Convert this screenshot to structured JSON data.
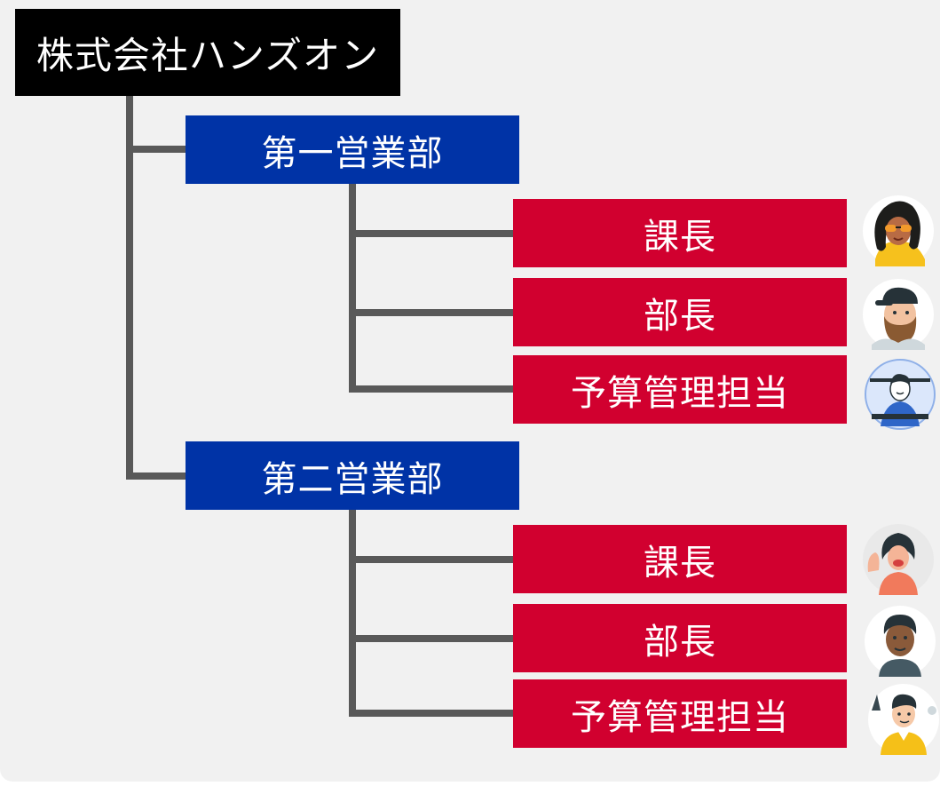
{
  "company": {
    "name": "株式会社ハンズオン"
  },
  "departments": [
    {
      "name": "第一営業部",
      "roles": [
        {
          "label": "課長",
          "avatar_icon": "woman-sunglasses-avatar-icon"
        },
        {
          "label": "部長",
          "avatar_icon": "bearded-man-cap-avatar-icon"
        },
        {
          "label": "予算管理担当",
          "avatar_icon": "man-at-laptop-avatar-icon"
        }
      ]
    },
    {
      "name": "第二営業部",
      "roles": [
        {
          "label": "課長",
          "avatar_icon": "woman-waving-avatar-icon"
        },
        {
          "label": "部長",
          "avatar_icon": "man-curly-hair-avatar-icon"
        },
        {
          "label": "予算管理担当",
          "avatar_icon": "man-yellow-shirt-avatar-icon"
        }
      ]
    }
  ],
  "colors": {
    "company": "#000000",
    "department": "#0033a6",
    "role": "#d1002f",
    "connector": "#595959",
    "background": "#f1f1f1"
  }
}
